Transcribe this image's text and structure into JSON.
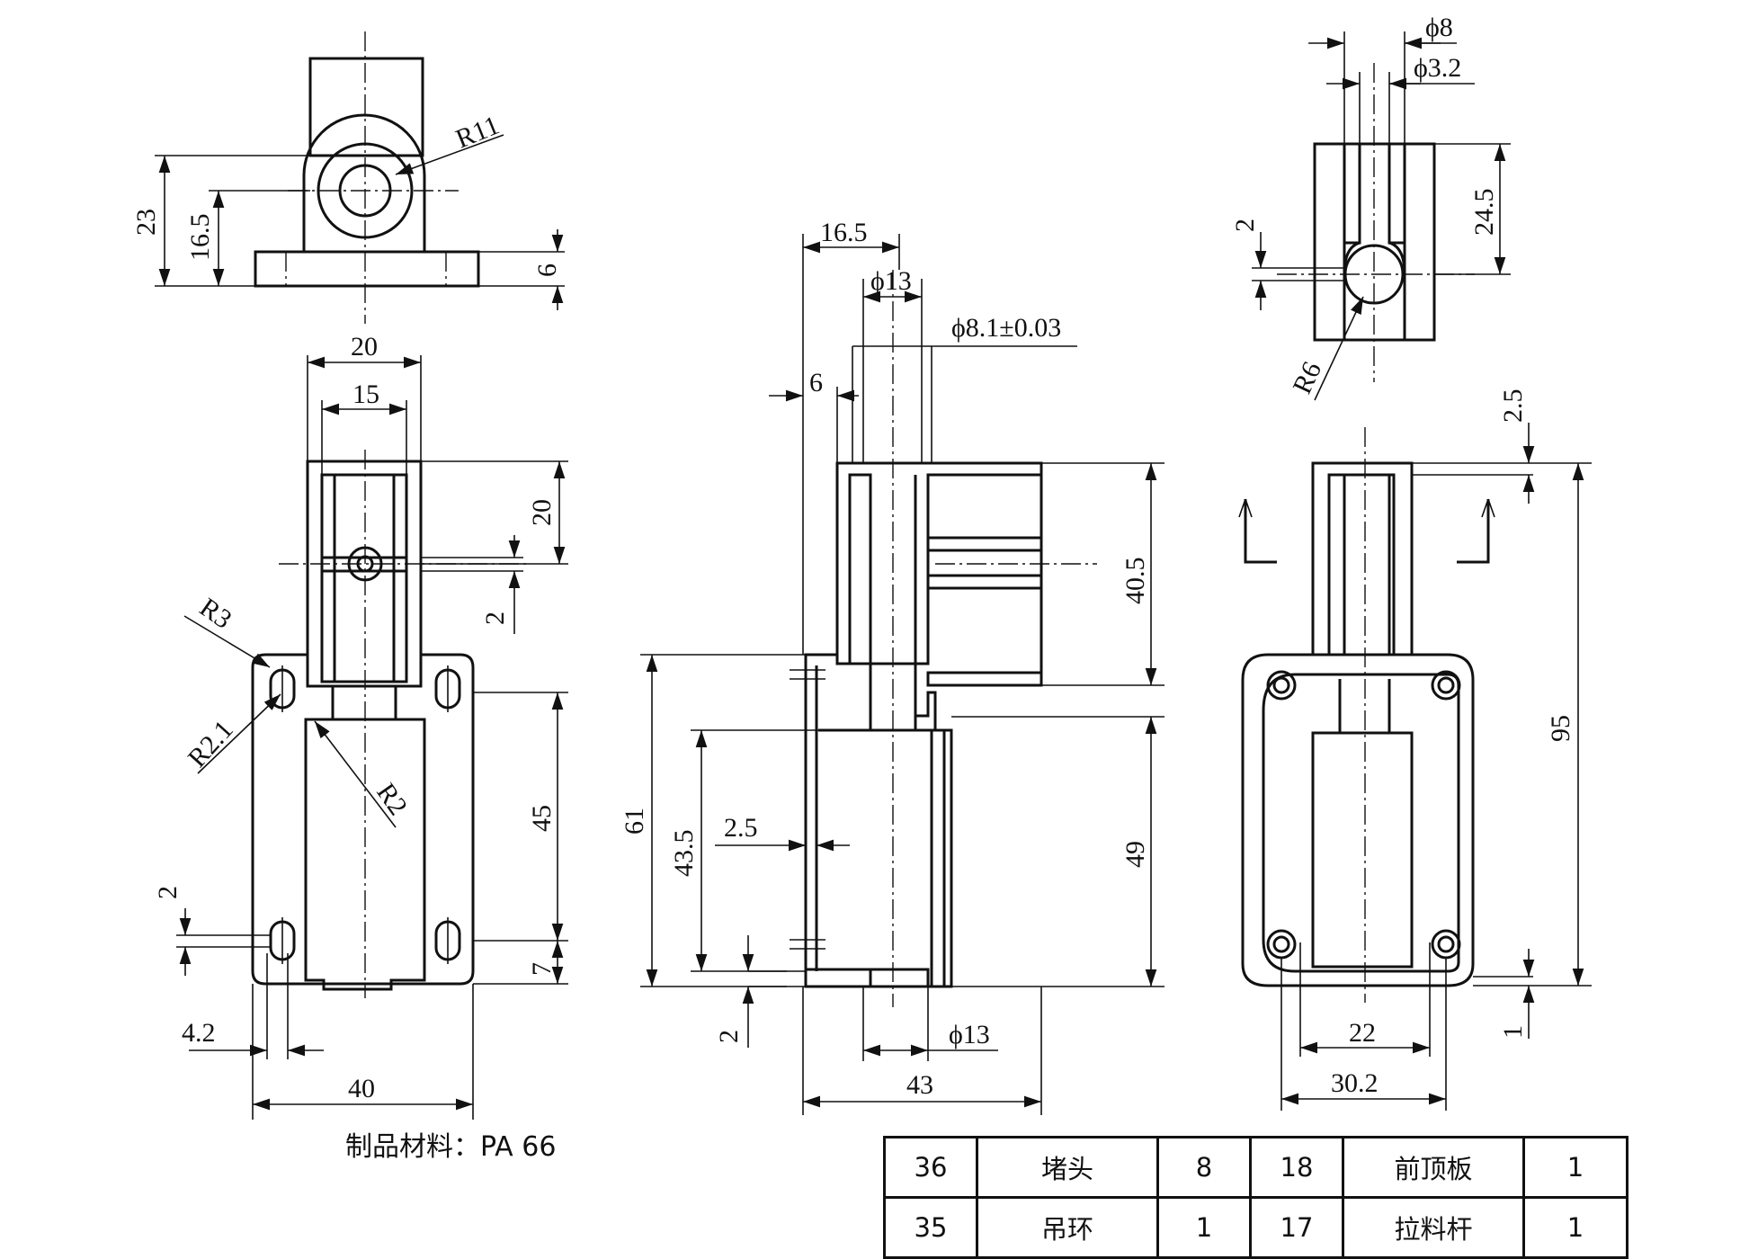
{
  "dims": {
    "top_left": {
      "r11": "R11",
      "d23": "23",
      "d16_5": "16.5",
      "d6": "6"
    },
    "front": {
      "d20_top": "20",
      "d15": "15",
      "d20_right": "20",
      "d2_right": "2",
      "r3": "R3",
      "r2_1": "R2.1",
      "r2": "R2",
      "d45": "45",
      "d7": "7",
      "d2_left": "2",
      "d4_2": "4.2",
      "d40": "40"
    },
    "section": {
      "d16_5": "16.5",
      "phi13_top": "ϕ13",
      "phi8_1": "ϕ8.1±0.03",
      "d6": "6",
      "d40_5": "40.5",
      "d61": "61",
      "d43_5": "43.5",
      "d2_5": "2.5",
      "d49": "49",
      "d2": "2",
      "phi13_bot": "ϕ13",
      "d43": "43"
    },
    "top_right": {
      "phi8": "ϕ8",
      "phi3_2": "ϕ3.2",
      "d24_5": "24.5",
      "d2": "2",
      "r6": "R6"
    },
    "right_view": {
      "d2_5": "2.5",
      "d95": "95",
      "d22": "22",
      "d1": "1",
      "d30_2": "30.2"
    }
  },
  "material_label": "制品材料：PA 66",
  "bom": {
    "rows": [
      [
        "36",
        "堵头",
        "8",
        "18",
        "前顶板",
        "1"
      ],
      [
        "35",
        "吊环",
        "1",
        "17",
        "拉料杆",
        "1"
      ]
    ]
  }
}
